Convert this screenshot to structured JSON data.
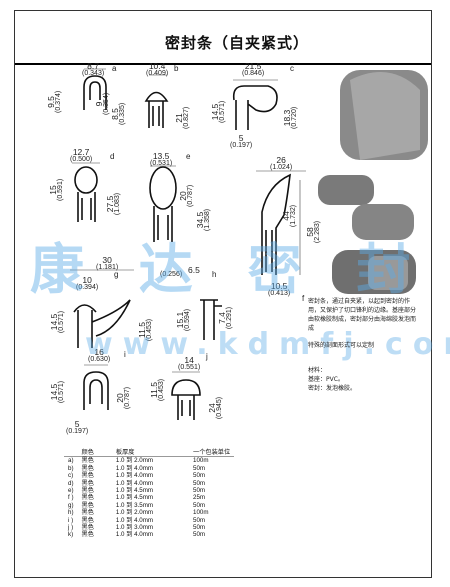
{
  "title": "密封条（自夹紧式）",
  "dims": {
    "a": {
      "label": "a",
      "w": "8.7",
      "w_in": "(0.343)",
      "h1": "9.5",
      "h1_in": "(0.374)",
      "h2": "9",
      "h2_in": "(0.354)",
      "h3": "8.5",
      "h3_in": "(0.335)"
    },
    "b": {
      "label": "b",
      "w": "10.4",
      "w_in": "(0.409)",
      "h": "21",
      "h_in": "(0.827)"
    },
    "c": {
      "label": "c",
      "w": "21.5",
      "w_in": "(0.846)",
      "h1": "14.5",
      "h1_in": "(0.571)",
      "h2": "18.3",
      "h2_in": "(0.720)",
      "base": "5",
      "base_in": "(0.197)"
    },
    "d": {
      "label": "d",
      "w": "12.7",
      "w_in": "(0.500)",
      "h1": "15",
      "h1_in": "(0.591)",
      "h2": "27.5",
      "h2_in": "(1.083)"
    },
    "e": {
      "label": "e",
      "w": "13.5",
      "w_in": "(0.531)",
      "h1": "20",
      "h1_in": "(0.787)",
      "h2": "34.5",
      "h2_in": "(1.358)"
    },
    "f": {
      "label": "f",
      "w": "26",
      "w_in": "(1.024)",
      "h1": "44",
      "h1_in": "(1.732)",
      "h2": "58",
      "h2_in": "(2.283)",
      "base": "10.5",
      "base_in": "(0.413)"
    },
    "g": {
      "label": "g",
      "w1": "30",
      "w1_in": "(1.181)",
      "w2": "10",
      "w2_in": "(0.394)",
      "h1": "14.5",
      "h1_in": "(0.571)",
      "h2": "11.5",
      "h2_in": "(0.453)"
    },
    "h": {
      "label": "h",
      "w1": "(0.256)",
      "w2": "6.5",
      "h1": "15.1",
      "h1_in": "(0.594)",
      "h2": "7.4",
      "h2_in": "(0.291)"
    },
    "i": {
      "label": "i",
      "w": "16",
      "w_in": "(0.630)",
      "h1": "14.5",
      "h1_in": "(0.571)",
      "h2": "20",
      "h2_in": "(0.787)",
      "base": "5",
      "base_in": "(0.197)"
    },
    "j": {
      "label": "j",
      "w": "14",
      "w_in": "(0.551)",
      "h1": "11.5",
      "h1_in": "(0.453)",
      "h2": "24",
      "h2_in": "(0.945)"
    }
  },
  "description": {
    "para1": "密封条，通过自夹紧，以起到密封的作用，又保护了切口锋利的边缘。基座部分由软橡胶制成，密封部分由海绵胶发泡而成",
    "para2": "特殊的剖面形式可以定制"
  },
  "materials": {
    "header": "材料：",
    "base": "基座：PVC。",
    "seal": "密封：发泡橡胶。"
  },
  "watermark": {
    "main": "康 达 密 封 件",
    "url": "www.kdmfj.com"
  },
  "table": {
    "headers": [
      "",
      "颜色",
      "板厚度",
      "一个包装单位"
    ],
    "rows": [
      [
        "a)",
        "黑色",
        "1.0 到 2.0mm",
        "100m"
      ],
      [
        "b)",
        "黑色",
        "1.0 到 4.0mm",
        "50m"
      ],
      [
        "c)",
        "黑色",
        "1.0 到 4.0mm",
        "50m"
      ],
      [
        "d)",
        "黑色",
        "1.0 到 4.0mm",
        "50m"
      ],
      [
        "e)",
        "黑色",
        "1.0 到 4.5mm",
        "50m"
      ],
      [
        "f )",
        "黑色",
        "1.0 到 4.5mm",
        "25m"
      ],
      [
        "g)",
        "黑色",
        "1.0 到 3.5mm",
        "50m"
      ],
      [
        "h)",
        "黑色",
        "1.0 到 2.0mm",
        "100m"
      ],
      [
        "i )",
        "黑色",
        "1.0 到 4.0mm",
        "50m"
      ],
      [
        "j )",
        "黑色",
        "1.0 到 3.0mm",
        "50m"
      ],
      [
        "k)",
        "黑色",
        "1.0 到 4.0mm",
        "50m"
      ]
    ]
  },
  "colors": {
    "accent": "#5aaae6",
    "ink": "#111111",
    "rubber": "#7d7d7d"
  }
}
